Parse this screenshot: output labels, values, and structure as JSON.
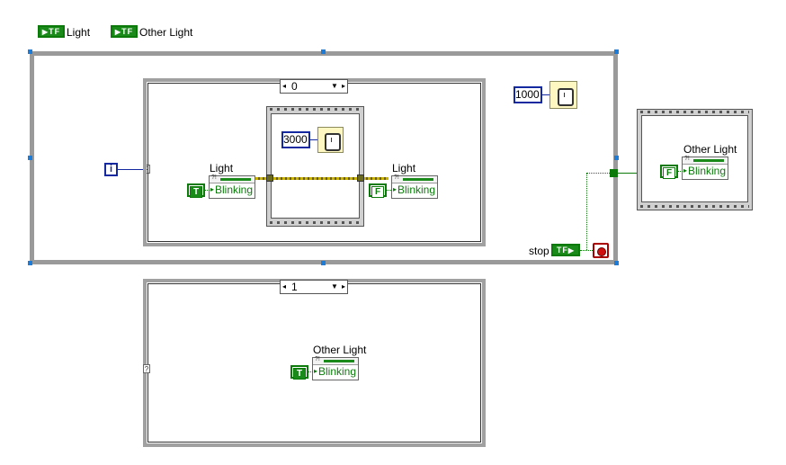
{
  "front_panel_terminals": [
    {
      "label": "Light",
      "glyph": "TF"
    },
    {
      "label": "Other Light",
      "glyph": "TF"
    }
  ],
  "while_loop": {
    "iteration_glyph": "i",
    "tunnel_glyph": "?",
    "stop_label": "stop",
    "stop_terminal_glyph": "TF",
    "wait_ms": "1000"
  },
  "case_structure_0": {
    "selector_value": "0",
    "selector_arrow": "▼",
    "true_constant": "T",
    "false_constant": "F",
    "left_property_node": {
      "label": "Light",
      "header_q": "?!",
      "property": "Blinking"
    },
    "right_property_node": {
      "label": "Light",
      "header_q": "?!",
      "property": "Blinking"
    },
    "sequence_wait_ms": "3000"
  },
  "case_structure_1": {
    "selector_value": "1",
    "selector_arrow": "▼",
    "tunnel_glyph": "?",
    "true_constant": "T",
    "property_node": {
      "label": "Other Light",
      "header_q": "?!",
      "property": "Blinking"
    }
  },
  "outer_sequence": {
    "false_constant": "F",
    "property_node": {
      "label": "Other Light",
      "header_q": "?!",
      "property": "Blinking"
    }
  },
  "colors": {
    "boolean_wire": "#0b7a0b",
    "numeric_wire": "#1428a0",
    "structure_border": "#9a9a9a",
    "stop_red": "#d01010"
  }
}
